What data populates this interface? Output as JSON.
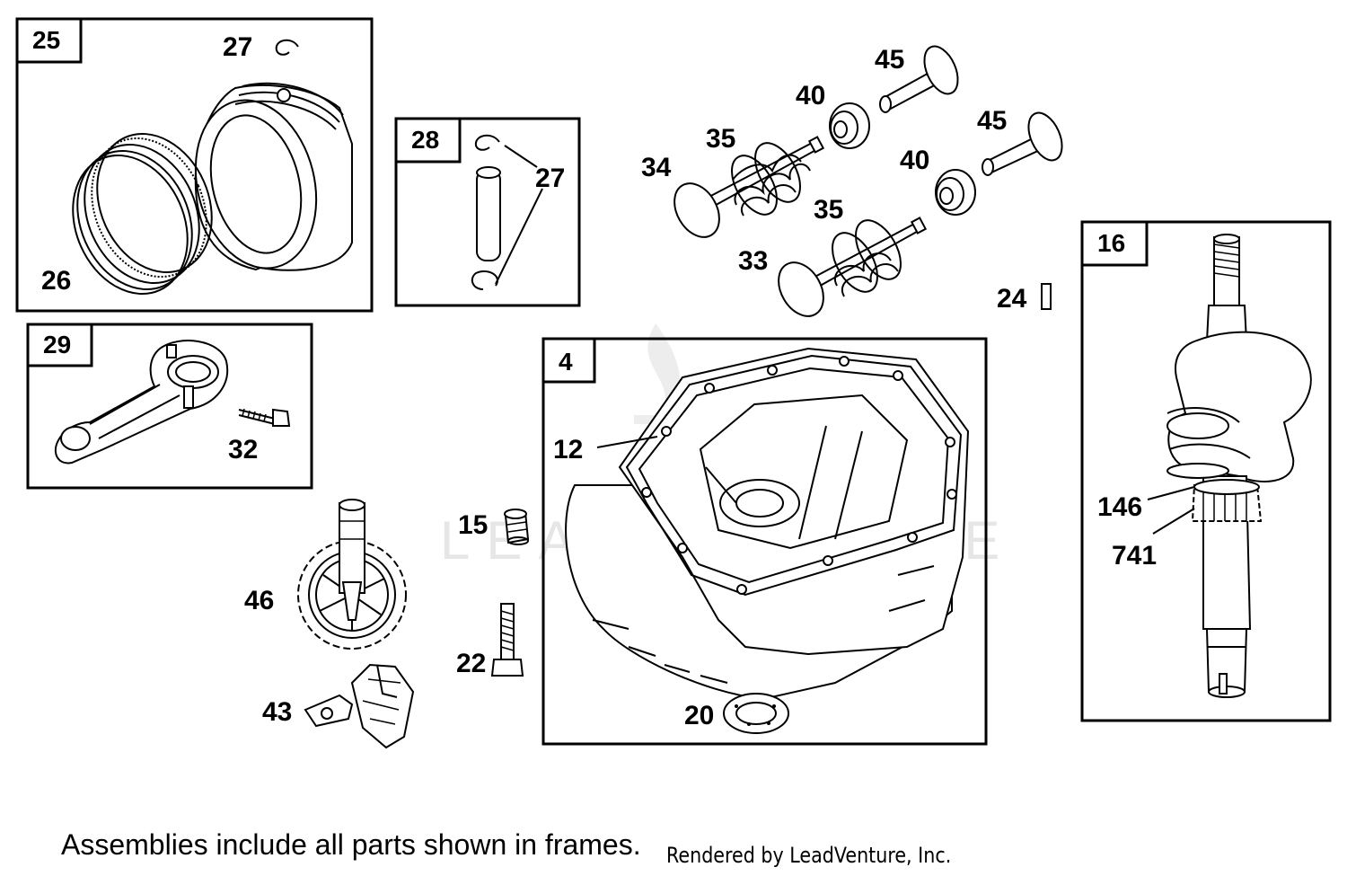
{
  "frames": {
    "piston": "25",
    "pin": "28",
    "rod": "29",
    "crankcase": "4",
    "crankshaft": "16"
  },
  "labels": {
    "retainer_a": "27",
    "rings": "26",
    "retainer_b": "27",
    "bolt_rod": "32",
    "exhaust_valve": "34",
    "intake_valve": "33",
    "spring_a": "35",
    "spring_b": "35",
    "cap_a": "40",
    "cap_b": "40",
    "tappet_a": "45",
    "tappet_b": "45",
    "key": "24",
    "gasket": "12",
    "plug": "15",
    "bolt": "22",
    "seal": "20",
    "governor_gear": "46",
    "governor_crank": "43",
    "washer": "146",
    "timing_gear": "741"
  },
  "watermark": "LEADVENTURE",
  "footer": {
    "note": "Assemblies include all parts shown in frames.",
    "credit": "Rendered by LeadVenture, Inc."
  }
}
